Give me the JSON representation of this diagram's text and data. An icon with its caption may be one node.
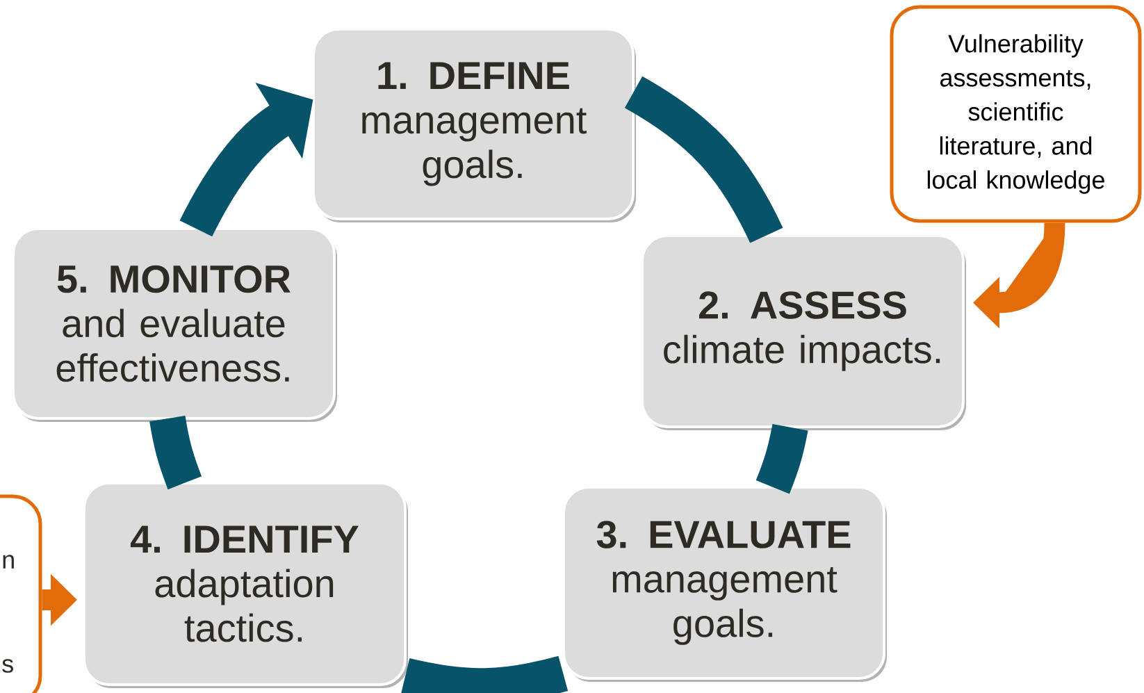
{
  "diagram": {
    "nodes": [
      {
        "text": [
          "1. DEFINE",
          "management goals."
        ]
      },
      {
        "text": [
          "2. ASSESS",
          "climate impacts."
        ]
      },
      {
        "text": [
          "3. EVALUATE",
          "management goals."
        ]
      },
      {
        "text": [
          "4. IDENTIFY",
          "adaptation tactics."
        ]
      },
      {
        "text": [
          "5. MONITOR",
          "and evaluate effectiveness."
        ]
      },
      {
        "text": [
          "Vulnerability assessments, scientific literature, and local knowledge"
        ]
      },
      {
        "text": [
          "n",
          "s"
        ]
      }
    ],
    "edges": [
      {
        "from": 0,
        "to": 1,
        "arrow": "none"
      },
      {
        "from": 1,
        "to": 2,
        "arrow": "none"
      },
      {
        "from": 2,
        "to": 3,
        "arrow": "none"
      },
      {
        "from": 3,
        "to": 4,
        "arrow": "none"
      },
      {
        "from": 4,
        "to": 0,
        "arrow": "to"
      },
      {
        "from": 5,
        "to": 1,
        "arrow": "to",
        "color": "#e36c0a"
      },
      {
        "from": 6,
        "to": 3,
        "arrow": "to",
        "color": "#e36c0a"
      }
    ]
  }
}
